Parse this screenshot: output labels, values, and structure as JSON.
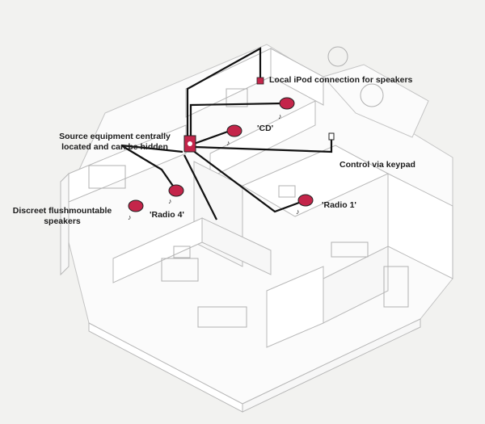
{
  "colors": {
    "background": "#f2f2f0",
    "speaker": "#c4254a",
    "cable": "#111111",
    "walls": "#ffffff",
    "outline": "#b8b8b8"
  },
  "labels": {
    "ipod": "Local iPod connection for speakers",
    "cd": "'CD'",
    "source_line1": "Source equipment centrally",
    "source_line2": "located and can be hidden",
    "keypad": "Control via keypad",
    "radio1": "'Radio 1'",
    "speakers_line1": "Discreet flushmountable",
    "speakers_line2": "speakers",
    "radio4": "'Radio 4'"
  },
  "speakers": [
    {
      "name": "speaker-cd-room"
    },
    {
      "name": "speaker-cd-room-2"
    },
    {
      "name": "speaker-radio1-room"
    },
    {
      "name": "speaker-radio4-room"
    },
    {
      "name": "speaker-radio4-room-2"
    }
  ],
  "icons": {
    "speaker": "flush-speaker-icon",
    "keypad": "keypad-icon",
    "ipod_dock": "ipod-dock-icon",
    "source_rack": "source-equipment-icon"
  }
}
